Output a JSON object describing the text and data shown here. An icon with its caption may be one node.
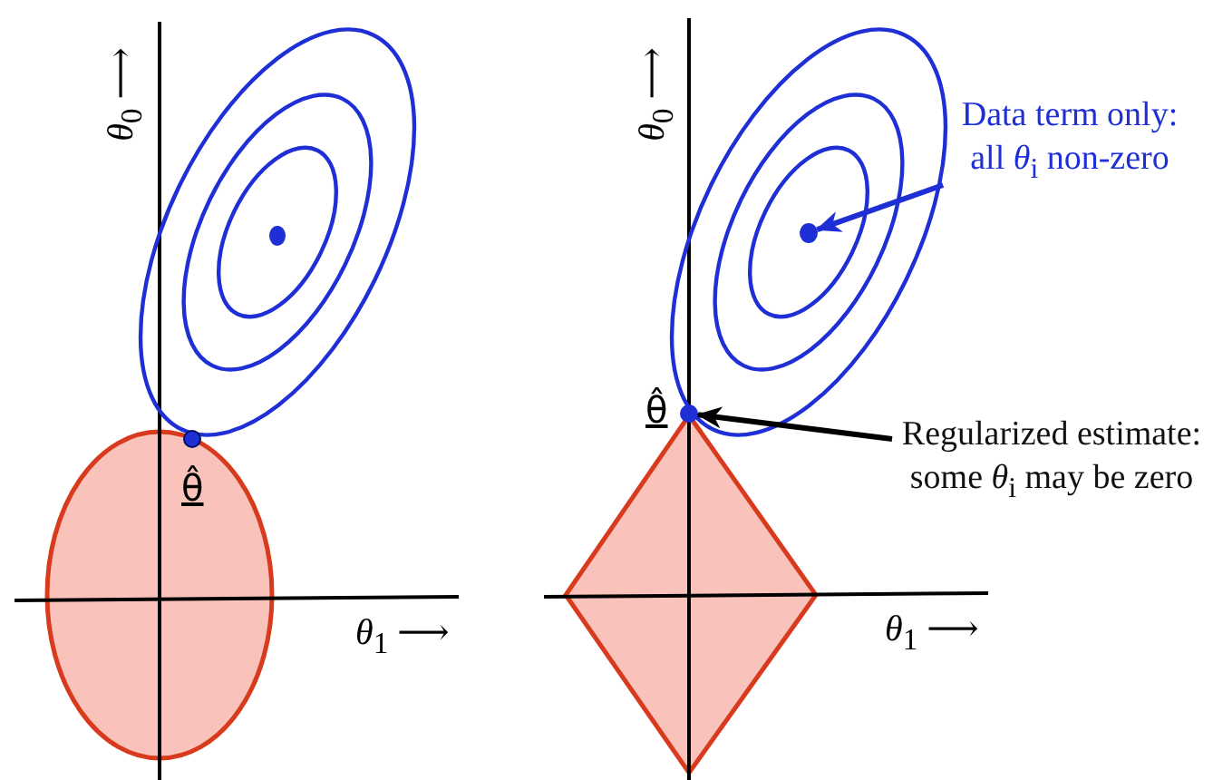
{
  "diagram": {
    "nodes": [
      {
        "text": [
          "Data term only: all *θ*$_{i}$ non-zero"
        ]
      },
      {
        "text": [],
        "shape": "circle"
      },
      {
        "text": [
          "Regularized estimate: some *θ*$_{i}$ may be zero"
        ]
      },
      {
        "text": [],
        "shape": "circle"
      }
    ],
    "edges": [
      {
        "from": 0,
        "to": 1,
        "arrow": "to",
        "color": "#1f2fd6"
      },
      {
        "from": 2,
        "to": 3,
        "arrow": "to",
        "color": "#000000"
      }
    ],
    "labels": [
      "*θ*$_{0}$ ⟶",
      "θ̂",
      "*θ*$_{1}$ ⟶",
      "*θ*$_{0}$ ⟶",
      "θ̂",
      "*θ*$_{1}$ ⟶"
    ]
  }
}
